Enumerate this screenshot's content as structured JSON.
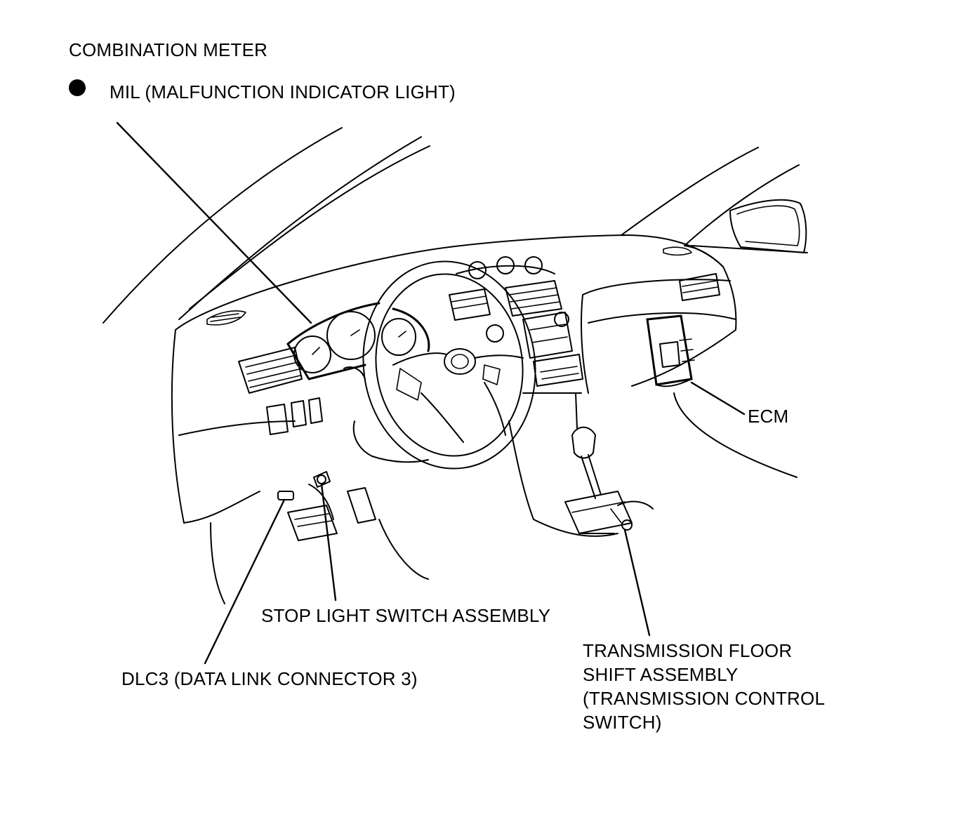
{
  "labels": {
    "combination_meter": "COMBINATION METER",
    "mil": "MIL (MALFUNCTION INDICATOR LIGHT)",
    "ecm": "ECM",
    "stop_light_switch": "STOP LIGHT SWITCH ASSEMBLY",
    "dlc3": "DLC3 (DATA LINK CONNECTOR 3)",
    "transmission_floor_shift": [
      "TRANSMISSION FLOOR",
      "SHIFT ASSEMBLY",
      "(TRANSMISSION CONTROL",
      "SWITCH)"
    ]
  },
  "icons": {
    "mil_marker": "filled-circle-icon"
  },
  "colors": {
    "ink": "#000000",
    "background": "#ffffff"
  }
}
